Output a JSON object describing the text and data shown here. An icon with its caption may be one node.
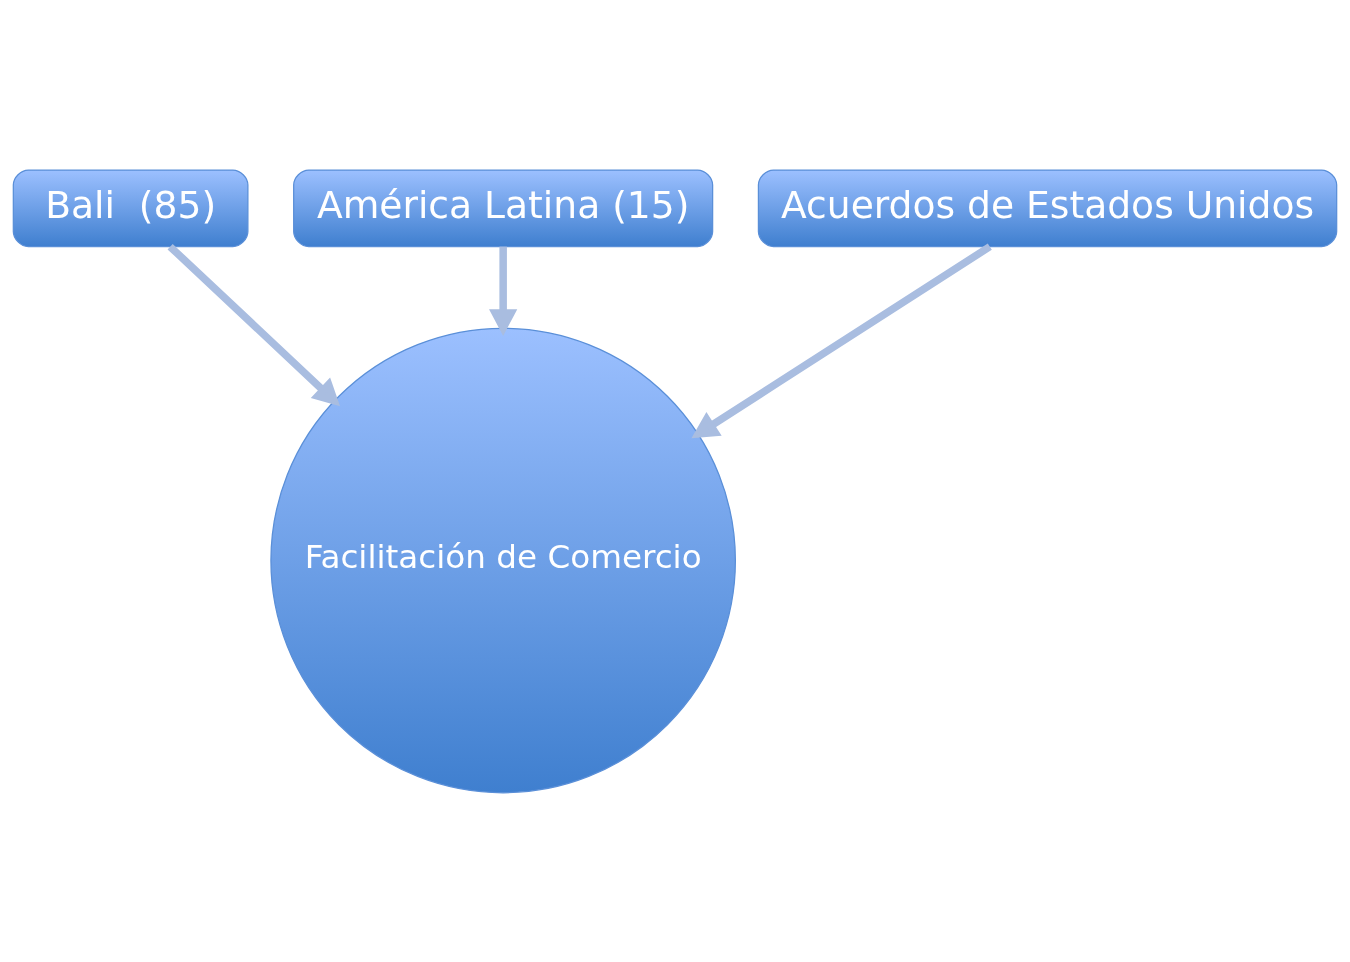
{
  "diagram": {
    "nodes": [
      {
        "text": [
          "Bali  (85)"
        ]
      },
      {
        "text": [
          "América Latina (15)"
        ]
      },
      {
        "text": [
          "Acuerdos de Estados Unidos"
        ]
      },
      {
        "text": [
          "Facilitación de Comercio"
        ]
      }
    ],
    "edges": [
      {
        "from": 0,
        "to": 3,
        "arrow": "to"
      },
      {
        "from": 1,
        "to": 3,
        "arrow": "to"
      },
      {
        "from": 2,
        "to": 3,
        "arrow": "to"
      }
    ]
  }
}
